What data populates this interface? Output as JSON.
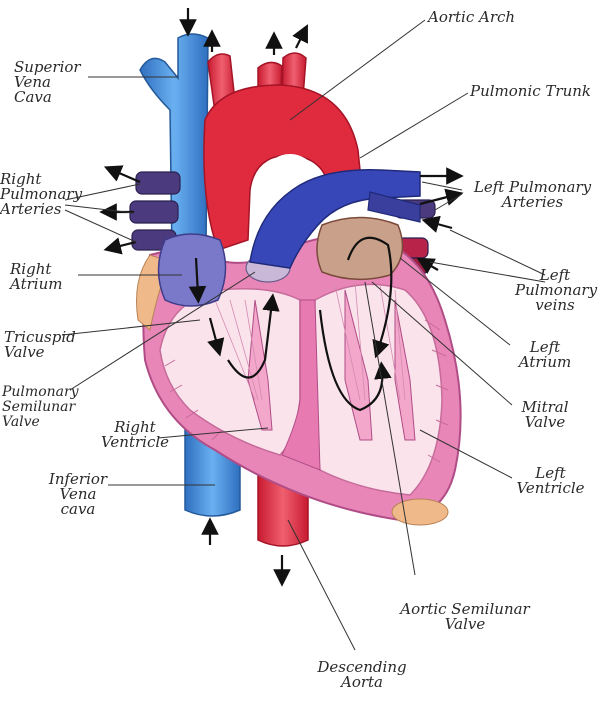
{
  "labels": {
    "superior_vena_cava": "Superior\nVena\nCava",
    "aortic_arch": "Aortic Arch",
    "pulmonic_trunk": "Pulmonic Trunk",
    "right_pulmonary_arteries": "Right\nPulmonary\nArteries",
    "left_pulmonary_arteries": "Left Pulmonary\nArteries",
    "right_atrium": "Right\nAtrium",
    "left_pulmonary_veins": "Left\nPulmonary\nveins",
    "tricuspid_valve": "Tricuspid\nValve",
    "left_atrium": "Left\nAtrium",
    "pulmonary_semilunar_valve": "Pulmonary\nSemilunar\nValve",
    "mitral_valve": "Mitral\nValve",
    "right_ventricle": "Right\nVentricle",
    "left_ventricle": "Left\nVentricle",
    "inferior_vena_cava": "Inferior\nVena\ncava",
    "aortic_semilunar_valve": "Aortic Semilunar\nValve",
    "descending_aorta": "Descending\nAorta"
  },
  "colors": {
    "vena_cava": "#3d86d8",
    "aorta": "#e02a3e",
    "pulmonary_artery": "#3847b8",
    "pulmonary_vessels_dark": "#4a3a7a",
    "myocardium": "#e986b8",
    "chamber_interior": "#fbe3ec",
    "atrium_blue": "#7a78c8",
    "fat": "#f0b98a",
    "leader_line": "#333333"
  }
}
